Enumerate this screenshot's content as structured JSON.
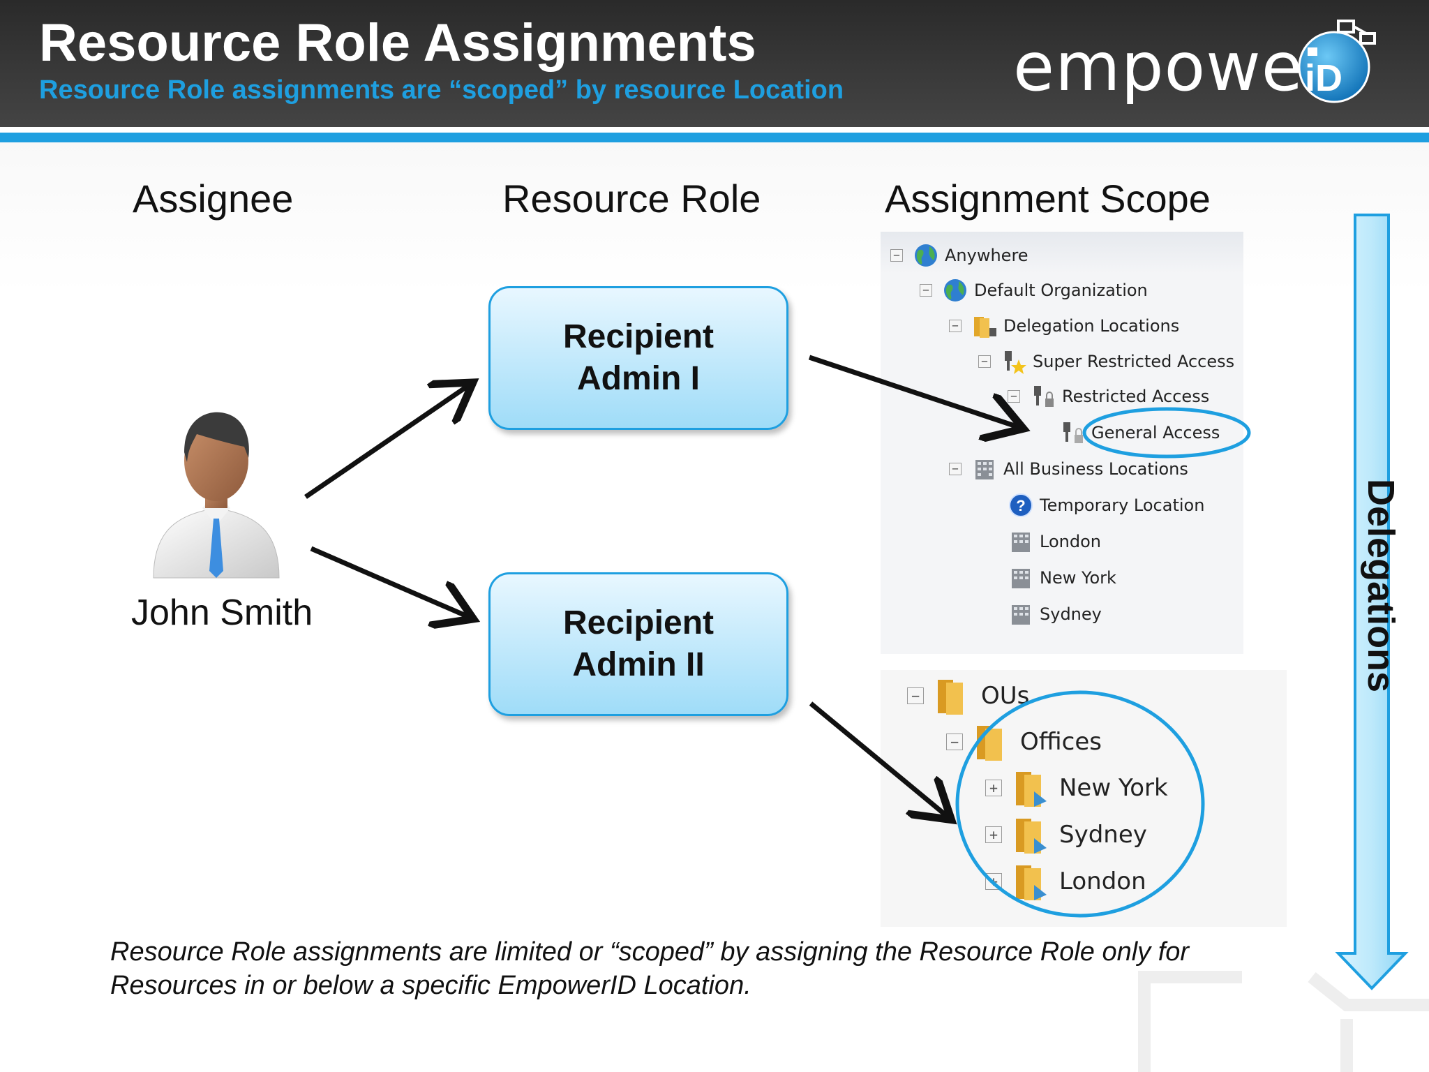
{
  "header": {
    "title": "Resource Role Assignments",
    "subtitle": "Resource Role assignments are “scoped” by resource Location",
    "logo_text": "empower",
    "logo_badge": "iD"
  },
  "columns": {
    "assignee": "Assignee",
    "resource_role": "Resource Role",
    "assignment_scope": "Assignment Scope"
  },
  "assignee": {
    "name": "John Smith",
    "icon": "person-icon"
  },
  "roles": [
    {
      "line1": "Recipient",
      "line2": "Admin I"
    },
    {
      "line1": "Recipient",
      "line2": "Admin II"
    }
  ],
  "location_tree": [
    {
      "label": "Anywhere",
      "icon": "globe-icon",
      "expander": "−"
    },
    {
      "label": "Default Organization",
      "icon": "globe-icon",
      "expander": "−"
    },
    {
      "label": "Delegation Locations",
      "icon": "folder-lock-icon",
      "expander": "−"
    },
    {
      "label": "Super Restricted Access",
      "icon": "key-star-icon",
      "expander": "−"
    },
    {
      "label": "Restricted Access",
      "icon": "key-lock-icon",
      "expander": "−"
    },
    {
      "label": "General Access",
      "icon": "key-lock-icon",
      "expander": ""
    },
    {
      "label": "All Business Locations",
      "icon": "building-icon",
      "expander": "−"
    },
    {
      "label": "Temporary Location",
      "icon": "question-icon",
      "expander": ""
    },
    {
      "label": "London",
      "icon": "building-icon",
      "expander": ""
    },
    {
      "label": "New York",
      "icon": "building-icon",
      "expander": ""
    },
    {
      "label": "Sydney",
      "icon": "building-icon",
      "expander": ""
    }
  ],
  "ou_tree": [
    {
      "label": "OUs",
      "icon": "folder-icon",
      "expander": "−"
    },
    {
      "label": "Offices",
      "icon": "folder-icon",
      "expander": "−"
    },
    {
      "label": "New York",
      "icon": "folder-ou-icon",
      "expander": "+"
    },
    {
      "label": "Sydney",
      "icon": "folder-ou-icon",
      "expander": "+"
    },
    {
      "label": "London",
      "icon": "folder-ou-icon",
      "expander": "+"
    }
  ],
  "delegations_label": "Delegations",
  "caption": {
    "line1": "Resource Role assignments are limited or “scoped” by assigning the Resource Role only for",
    "line2": "Resources in or below a specific EmpowerID Location."
  },
  "colors": {
    "accent": "#1e9fe0",
    "header_bg": "#333333",
    "role_fill": "#bfe8fb"
  }
}
